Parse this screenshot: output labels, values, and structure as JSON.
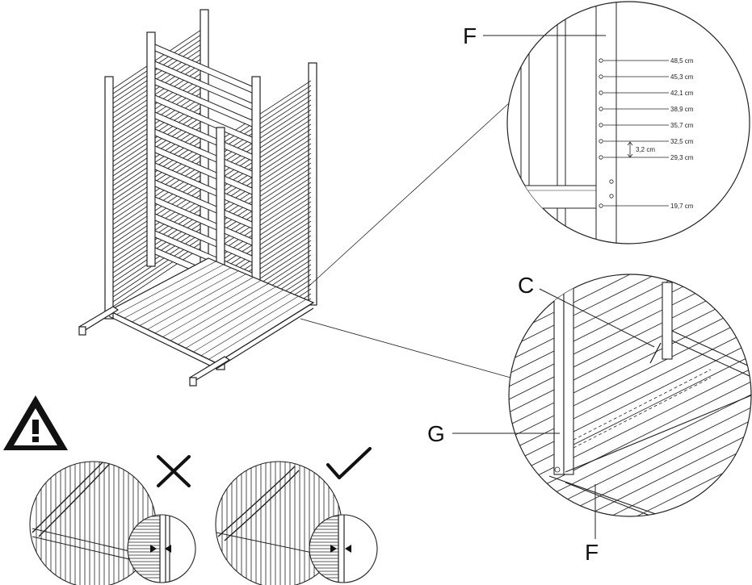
{
  "callouts": {
    "f_top": "F",
    "c": "C",
    "g": "G",
    "f_bottom": "F"
  },
  "measurements": [
    "48,5 cm",
    "45,3 cm",
    "42,1 cm",
    "38,9 cm",
    "35,7 cm",
    "32,5 cm",
    "29,3 cm",
    "19,7 cm"
  ],
  "gap_label": "3,2 cm",
  "icons": {
    "warning": "warning-triangle-icon",
    "wrong": "cross-icon",
    "correct": "checkmark-icon"
  },
  "colors": {
    "line": "#222222",
    "background": "#ffffff"
  }
}
